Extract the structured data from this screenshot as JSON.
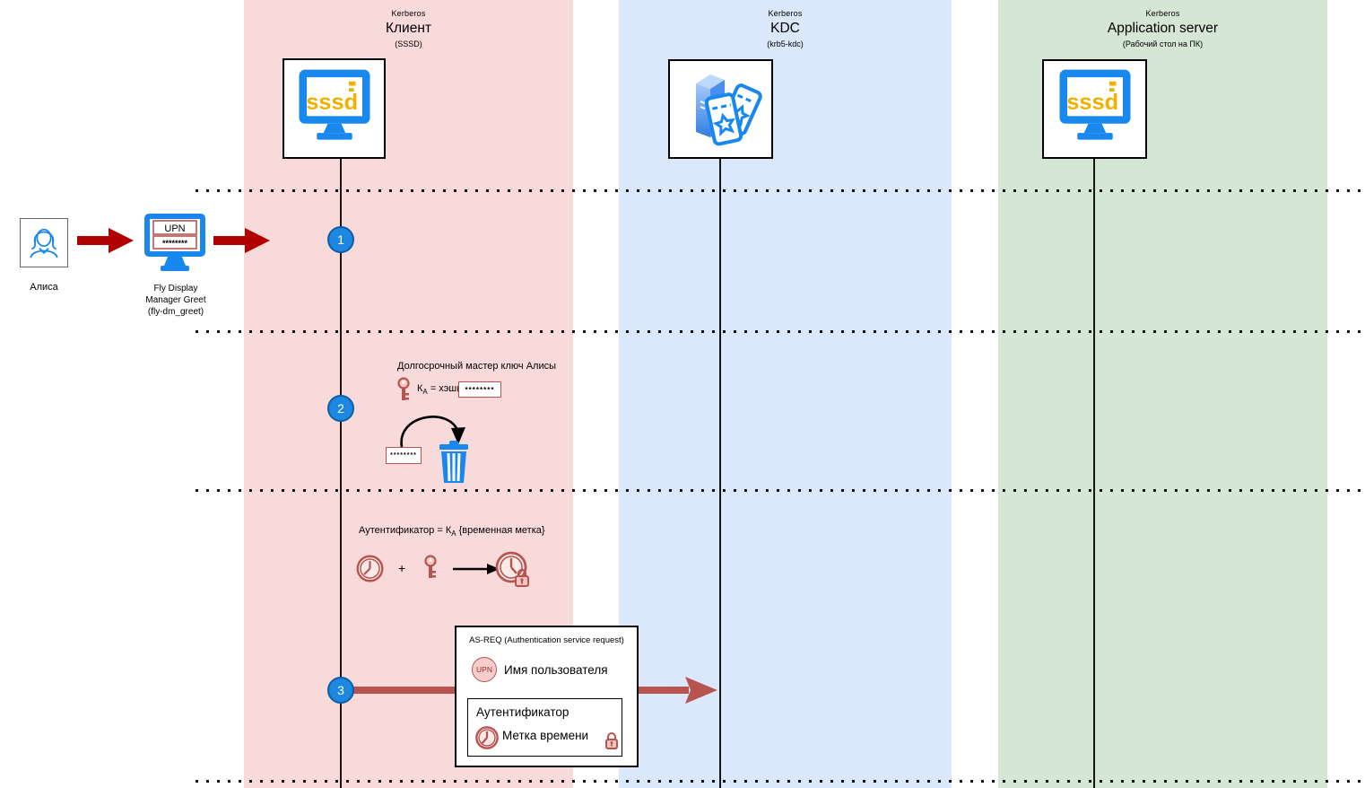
{
  "colors": {
    "client_lane": "#f8dada",
    "kdc_lane": "#dbe8fb",
    "appserver_lane": "#d5e6d4",
    "dark_red_arrow": "#b00000",
    "muted_red_accent": "#b85450",
    "icon_blue": "#1887ee",
    "logo_gold": "#efb100",
    "step_circle_blue": "#1d87e2"
  },
  "diagram": {
    "lanes": [
      {
        "kerberos": "Kerberos",
        "title": "Клиент",
        "subtitle": "(SSSD)"
      },
      {
        "kerberos": "Kerberos",
        "title": "KDC",
        "subtitle": "(krb5-kdc)"
      },
      {
        "kerberos": "Kerberos",
        "title": "Application server",
        "subtitle": "(Рабочий стол на ПК)"
      }
    ],
    "logo_text": "sssd",
    "actor_label": "Алиса",
    "display_manager": {
      "name_line1": "Fly Display",
      "name_line2": "Manager Greet",
      "name_line3": "(fly-dm_greet)",
      "upn_value": "UPN",
      "password_value": "********"
    },
    "steps": {
      "one": "1",
      "two": "2",
      "three": "3"
    },
    "master_key": {
      "caption": "Долгосрочный мастер ключ Алисы",
      "key_symbol": "К",
      "key_subscript": "А",
      "hash_text": " = хэш(",
      "password_value": "********",
      "discarded_password": "********"
    },
    "authenticator": {
      "caption_prefix": "Аутентификатор = К",
      "caption_subscript": "А",
      "caption_suffix": " {временная метка}",
      "plus_sign": "+"
    },
    "as_req": {
      "title": "AS-REQ  (Authentication service request)",
      "upn_badge": "UPN",
      "username_label": "Имя пользователя",
      "box_title": "Аутентификатор",
      "timestamp_label": "Метка времени"
    }
  }
}
